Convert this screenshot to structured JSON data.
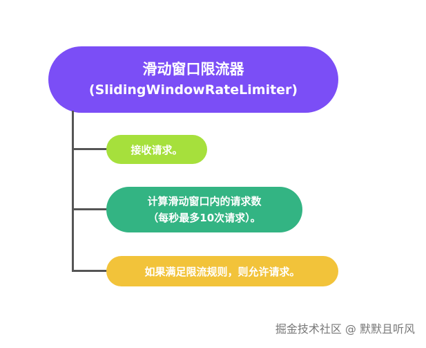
{
  "root": {
    "title": "滑动窗口限流器",
    "subtitle": "(SlidingWindowRateLimiter)",
    "color": "#7b4ef6"
  },
  "connector_color": "#555555",
  "steps": [
    {
      "line1": "接收请求。",
      "color": "#a6e03c"
    },
    {
      "line1": "计算滑动窗口内的请求数",
      "line2": "（每秒最多10次请求）。",
      "color": "#33b483"
    },
    {
      "line1": "如果满足限流规则，则允许请求。",
      "color": "#f2c33a"
    }
  ],
  "watermark": "掘金技术社区 @ 默默且听风"
}
